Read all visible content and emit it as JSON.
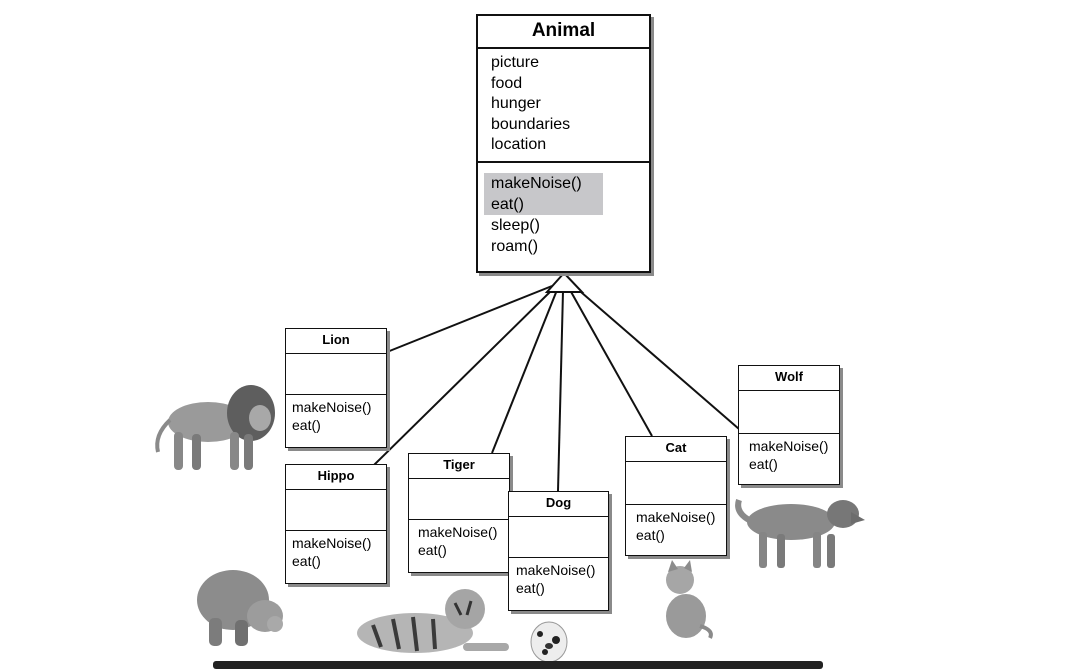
{
  "superclass": {
    "name": "Animal",
    "attributes": [
      "picture",
      "food",
      "hunger",
      "boundaries",
      "location"
    ],
    "methods": [
      "makeNoise()",
      "eat()",
      "sleep()",
      "roam()"
    ],
    "highlighted_methods": [
      "makeNoise()",
      "eat()"
    ]
  },
  "subclasses": {
    "lion": {
      "name": "Lion",
      "methods": [
        "makeNoise()",
        "eat()"
      ]
    },
    "hippo": {
      "name": "Hippo",
      "methods": [
        "makeNoise()",
        "eat()"
      ]
    },
    "tiger": {
      "name": "Tiger",
      "methods": [
        "makeNoise()",
        "eat()"
      ]
    },
    "dog": {
      "name": "Dog",
      "methods": [
        "makeNoise()",
        "eat()"
      ]
    },
    "cat": {
      "name": "Cat",
      "methods": [
        "makeNoise()",
        "eat()"
      ]
    },
    "wolf": {
      "name": "Wolf",
      "methods": [
        "makeNoise()",
        "eat()"
      ]
    }
  },
  "pictures": [
    "lion-image",
    "hippo-image",
    "tiger-image",
    "dog-image",
    "cat-image",
    "wolf-image"
  ],
  "colors": {
    "highlight": "#c7c7ca",
    "line": "#111111",
    "shadow": "#8a8a8a",
    "fur": "#8c8c8c"
  }
}
